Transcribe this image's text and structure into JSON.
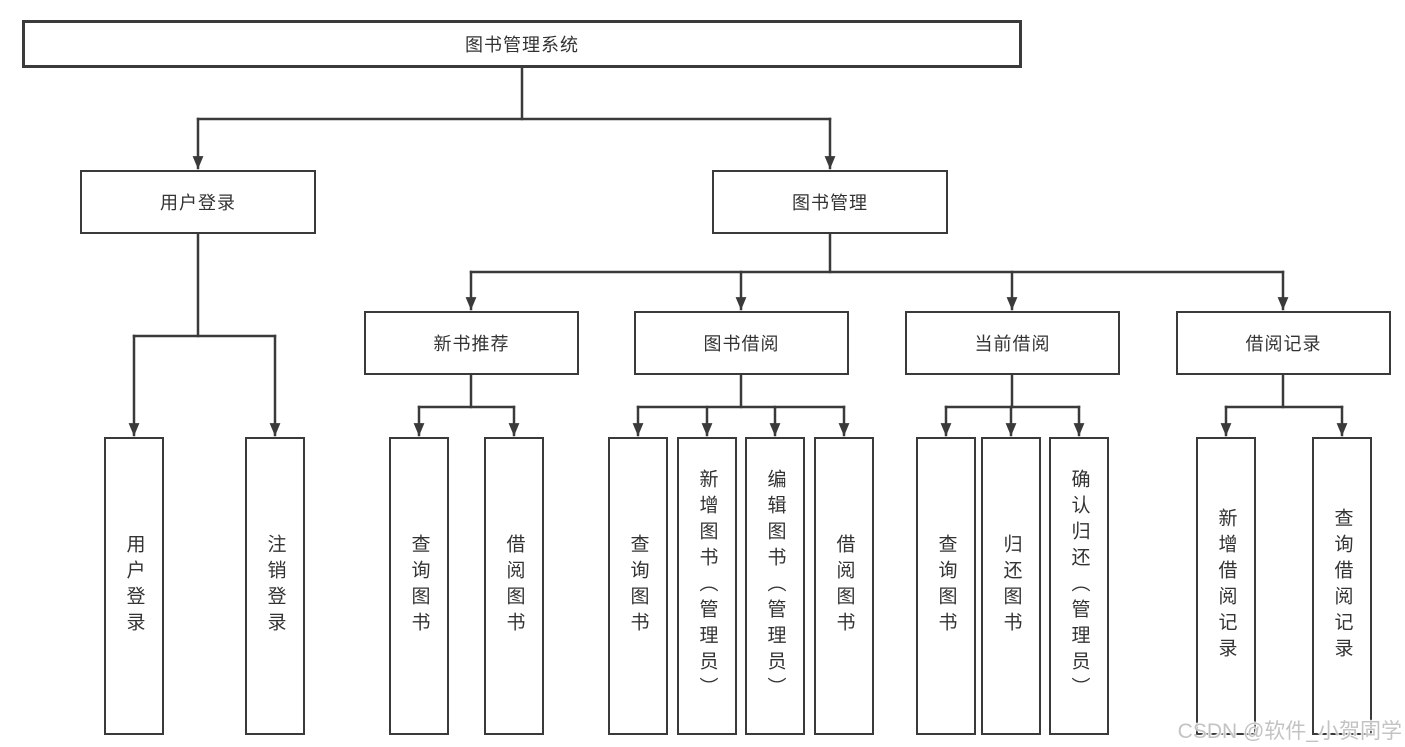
{
  "diagram": {
    "root": {
      "label": "图书管理系统"
    },
    "level2": {
      "user_login": {
        "label": "用户登录"
      },
      "book_management": {
        "label": "图书管理"
      }
    },
    "level3": {
      "new_book_recommend": {
        "label": "新书推荐"
      },
      "book_borrow": {
        "label": "图书借阅"
      },
      "current_borrow": {
        "label": "当前借阅"
      },
      "borrow_records": {
        "label": "借阅记录"
      }
    },
    "leaves": {
      "user_login_group": [
        "用户登录",
        "注销登录"
      ],
      "new_book_group": [
        "查询图书",
        "借阅图书"
      ],
      "borrow_group": [
        "查询图书",
        "新增图书（管理员）",
        "编辑图书（管理员）",
        "借阅图书"
      ],
      "current_group": [
        "查询图书",
        "归还图书",
        "确认归还（管理员）"
      ],
      "records_group": [
        "新增借阅记录",
        "查询借阅记录"
      ]
    }
  },
  "watermark": {
    "text": "CSDN @软件_小贺同学"
  },
  "colors": {
    "line": "#3a3a3a",
    "box_border": "#3a3a3a",
    "text": "#333333",
    "watermark": "#c3c3c3",
    "background": "#ffffff"
  }
}
